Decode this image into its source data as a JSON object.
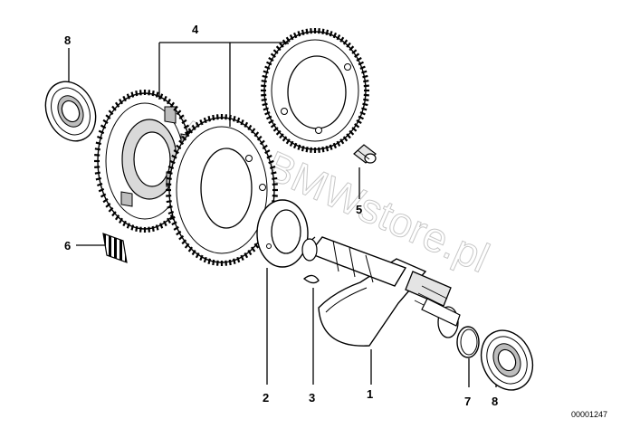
{
  "diagram": {
    "reference_number": "00001247",
    "watermark": "www.BMWstore.pl",
    "callouts": [
      {
        "id": "c1",
        "label": "1"
      },
      {
        "id": "c2",
        "label": "2"
      },
      {
        "id": "c3",
        "label": "3"
      },
      {
        "id": "c4",
        "label": "4"
      },
      {
        "id": "c5",
        "label": "5"
      },
      {
        "id": "c6",
        "label": "6"
      },
      {
        "id": "c7",
        "label": "7"
      },
      {
        "id": "c8a",
        "label": "8"
      },
      {
        "id": "c8b",
        "label": "8"
      }
    ]
  }
}
